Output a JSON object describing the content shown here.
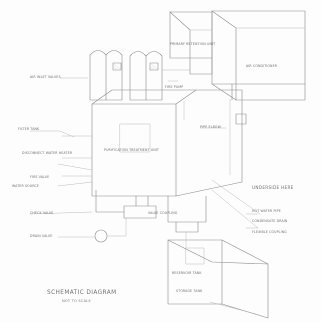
{
  "diagram": {
    "title": "SCHEMATIC DIAGRAM",
    "subtitle": "NOT TO SCALE",
    "colors": {
      "pencil": "#8a8a8a",
      "paper": "#fdfdfd",
      "text": "#6e6e6e"
    },
    "labels": {
      "upper_box": "PRIMARY RETENTION UNIT",
      "upper_right_box": "AIR CONDITIONER",
      "fire_pump": "FIRE PUMP",
      "fan_valves": "AIR INLET VALVES",
      "pipe_elbow": "PIPE ELBOW",
      "filter_tank": "FILTER TANK",
      "center_box": "PURIFICATION TREATMENT UNIT",
      "disconnect": "DISCONNECT WATER HEATER",
      "fire_valve": "FIRE VALVE",
      "water_source": "WATER SOURCE",
      "check_valve": "CHECK VALVE",
      "drain_valve": "DRAIN VALVE",
      "lower_box": "STORAGE TANK",
      "valve_coupling": "VALVE COUPLING",
      "right_aux": "UNDERSIDE HERE",
      "hot_water_pipe": "HOT WATER PIPE",
      "condensate_drain": "CONDENSATE DRAIN",
      "flexible_coupling": "FLEXIBLE COUPLING",
      "reservoir": "RESERVOIR TANK"
    }
  }
}
